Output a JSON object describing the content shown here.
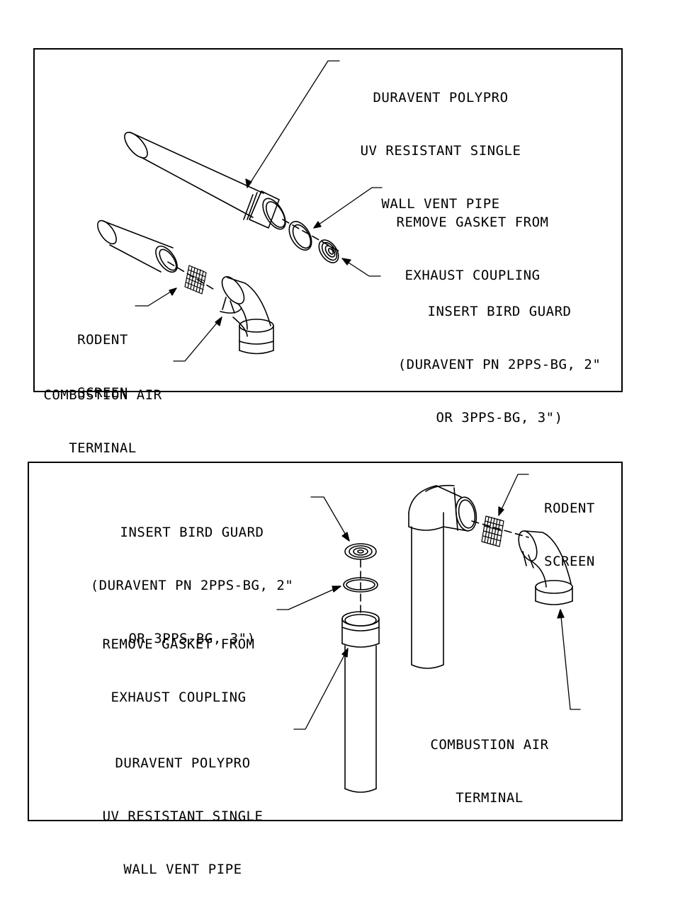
{
  "top_panel": {
    "vent_pipe_label": [
      "DURAVENT POLYPRO",
      "UV RESISTANT SINGLE",
      "WALL VENT PIPE"
    ],
    "gasket_label": [
      "REMOVE GASKET FROM",
      "EXHAUST COUPLING"
    ],
    "bird_guard_label": [
      "INSERT BIRD GUARD",
      "(DURAVENT PN 2PPS-BG, 2\"",
      "OR 3PPS-BG, 3\")"
    ],
    "rodent_label": [
      "RODENT",
      "SCREEN"
    ],
    "air_terminal_label": [
      "COMBUSTION AIR",
      "TERMINAL"
    ]
  },
  "bottom_panel": {
    "bird_guard_label": [
      "INSERT BIRD GUARD",
      "(DURAVENT PN 2PPS-BG, 2\"",
      "OR 3PPS-BG, 3\")"
    ],
    "gasket_label": [
      "REMOVE GASKET FROM",
      "EXHAUST COUPLING"
    ],
    "vent_pipe_label": [
      "DURAVENT POLYPRO",
      "UV RESISTANT SINGLE",
      "WALL VENT PIPE"
    ],
    "rodent_label": [
      "RODENT",
      "SCREEN"
    ],
    "air_terminal_label": [
      "COMBUSTION AIR",
      "TERMINAL"
    ]
  }
}
